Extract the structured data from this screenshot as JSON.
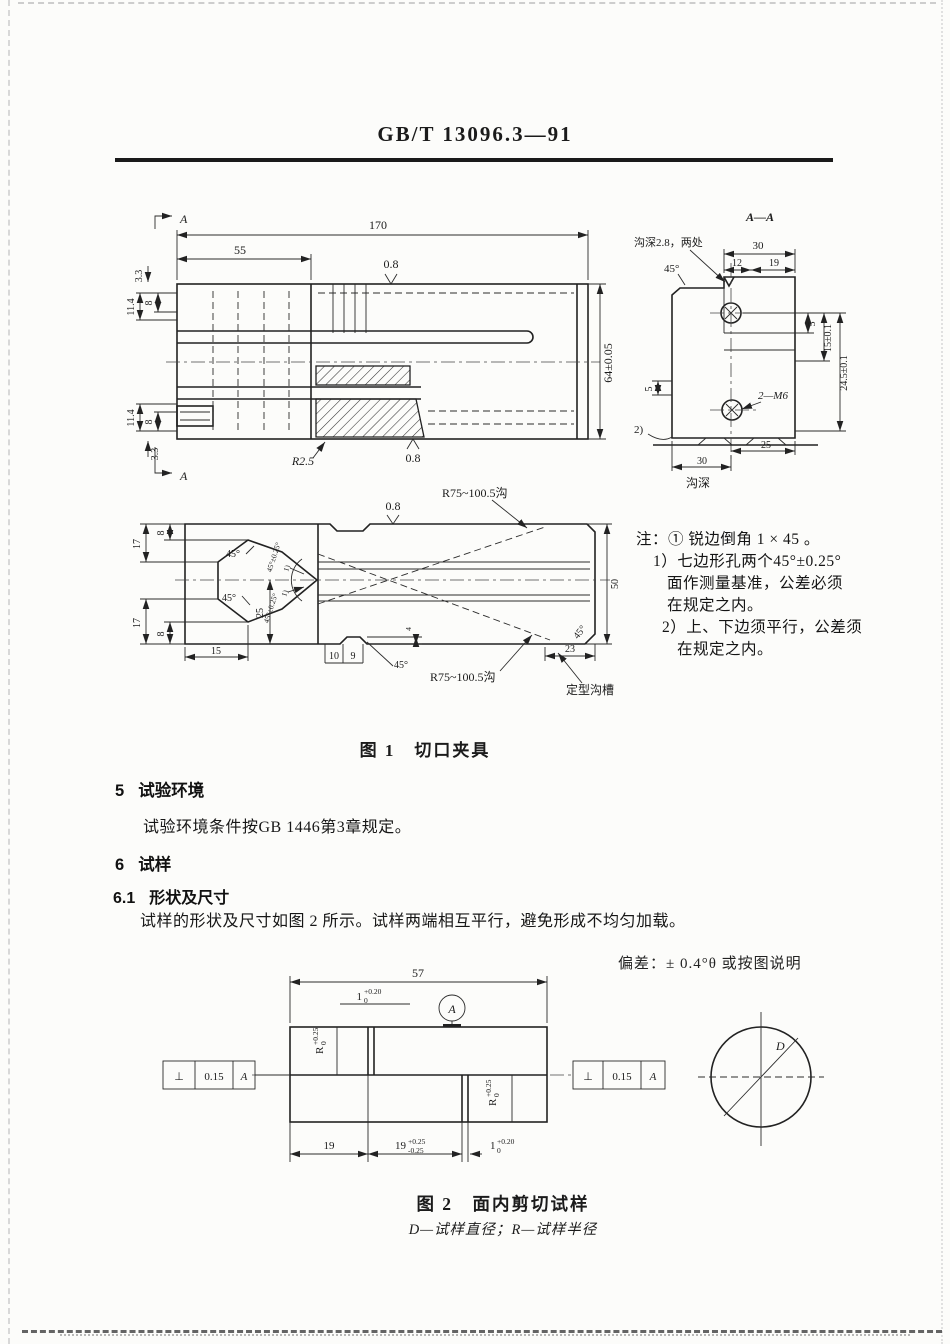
{
  "header": {
    "title": "GB/T 13096.3—91"
  },
  "fig1": {
    "caption": "图 1　切口夹具",
    "main": {
      "section_a_top": "A",
      "section_a_bottom": "A",
      "dim_170": "170",
      "dim_55": "55",
      "rough_top": "0.8",
      "rough_bottom": "0.8",
      "dim_33_top": "3.3",
      "dim_114_top": "11.4",
      "dim_8_top": "8",
      "dim_8_bot": "8",
      "dim_114_bot": "11.4",
      "dim_33_bot": "3.3",
      "dim_64": "64±0.05",
      "r25": "R2.5"
    },
    "section": {
      "title": "A—A",
      "groove_note": "沟深2.8，两处",
      "angle45": "45°",
      "dim_30_top": "30",
      "dim_12": "12",
      "dim_19": "19",
      "dim_5_right": "5",
      "dim_15": "15±0.1",
      "dim_245": "24.5±0.1",
      "dim_5_left": "5",
      "thread": "2—M6",
      "ref2": "2)",
      "dim_25": "25",
      "dim_30_bot": "30",
      "groove_depth": "沟深"
    },
    "bottom": {
      "groove_top": "R75~100.5沟",
      "groove_bot": "R75~100.5沟",
      "rough": "0.8",
      "dim_17_top": "17",
      "dim_8_top": "8",
      "dim_17_bot": "17",
      "dim_8_bot": "8",
      "angle45_top": "45°",
      "angle45_bot": "45°",
      "angle_tol_up": "45°±0.25°",
      "ref1_up": "1)",
      "angle_tol_dn": "45°±0.25°",
      "ref1_dn": "1)",
      "dim_25": "25",
      "dim_50": "50",
      "dim_15": "15",
      "dim_10": "10",
      "dim_9": "9",
      "angle45_mid": "45°",
      "dim_4": "4",
      "dim_23": "23",
      "angle45_right": "45°",
      "fixed_groove": "定型沟槽"
    },
    "notes": {
      "line1": "注：① 锐边倒角 1 × 45 。",
      "line2": "1）七边形孔两个45°±0.25°",
      "line3": "面作测量基准，公差必须",
      "line4": "在规定之内。",
      "line5": "2）上、下边须平行，公差须",
      "line6": "在规定之内。"
    }
  },
  "sec5": {
    "num": "5",
    "title": "试验环境",
    "body": "试验环境条件按GB 1446第3章规定。"
  },
  "sec6": {
    "num": "6",
    "title": "试样",
    "sub_num": "6.1",
    "sub_title": "形状及尺寸",
    "body": "试样的形状及尺寸如图 2 所示。试样两端相互平行，避免形成不均匀加载。"
  },
  "fig2": {
    "deviation_note": "偏差：± 0.4°θ 或按图说明",
    "caption": "图 2　面内剪切试样",
    "subcaption": "D—试样直径；R—试样半径",
    "dim_57": "57",
    "datum": "A",
    "diameter": "D",
    "notch_top": {
      "base": "1",
      "up": "+0.20",
      "dn": "0"
    },
    "r_left": {
      "base": "R",
      "up": "+0.25",
      "dn": "0"
    },
    "r_right": {
      "base": "R",
      "up": "+0.25",
      "dn": "0"
    },
    "frame_left": {
      "sym": "⊥",
      "val": "0.15",
      "datum": "A"
    },
    "frame_right": {
      "sym": "⊥",
      "val": "0.15",
      "datum": "A"
    },
    "dim_19": "19",
    "dim_19tol": {
      "base": "19",
      "up": "+0.25",
      "dn": "-0.25"
    },
    "notch_bot": {
      "base": "1",
      "up": "+0.20",
      "dn": "0"
    }
  }
}
